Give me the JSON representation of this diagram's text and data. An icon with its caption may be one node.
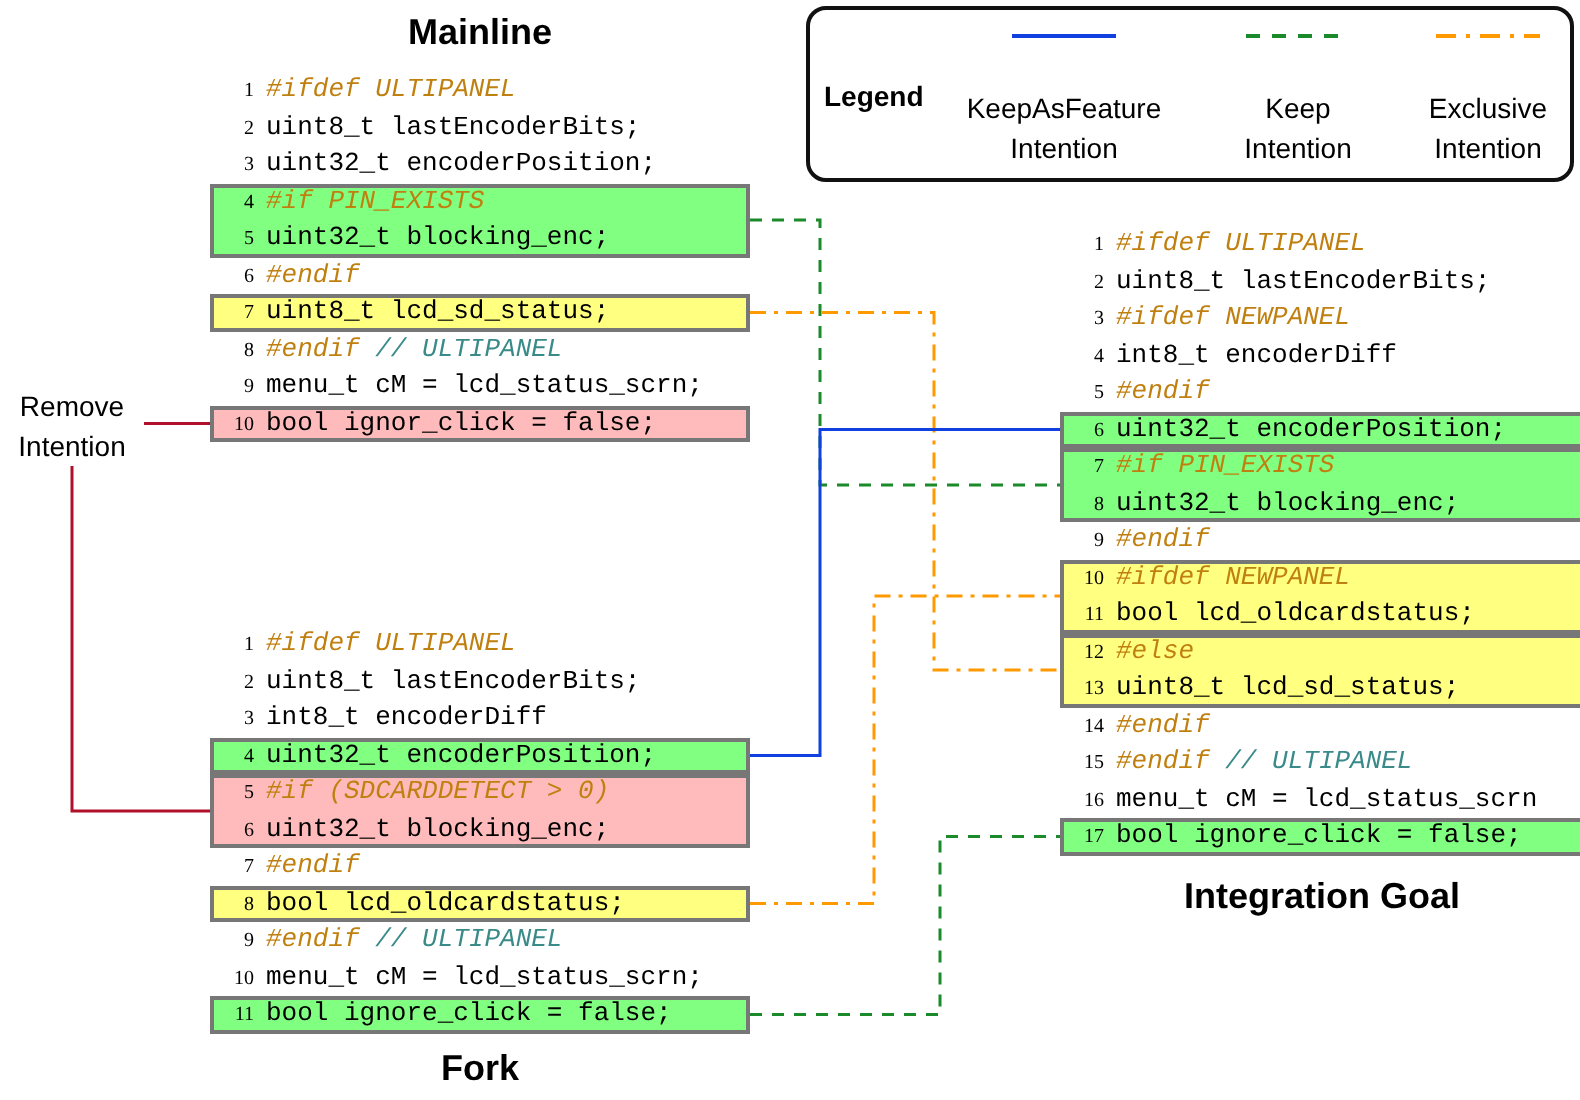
{
  "diagram": {
    "nodes": [
      {
        "text": [
          "4 #if PIN_EXISTS",
          "5 uint32_t blocking_enc;"
        ]
      },
      {
        "text": [
          "7 uint8_t lcd_sd_status;"
        ]
      },
      {
        "text": [
          "10 bool ignor_click = false;"
        ]
      },
      {
        "text": [
          "Remove Intention"
        ]
      },
      {
        "text": [
          "6 uint32_t encoderPosition;"
        ]
      },
      {
        "text": [
          "7 #if PIN_EXISTS",
          "8 uint32_t blocking_enc;"
        ]
      },
      {
        "text": [
          "10 #ifdef NEWPANEL",
          "11 bool lcd_oldcardstatus;"
        ]
      },
      {
        "text": [
          "12 #else",
          "13 uint8_t lcd_sd_status;"
        ]
      },
      {
        "text": [
          "17 bool ignore_click = false;"
        ]
      },
      {
        "text": [
          "4 uint32_t encoderPosition;"
        ]
      },
      {
        "text": [
          "5 #if (SDCARDDETECT > 0)",
          "6 uint32_t blocking_enc;"
        ]
      },
      {
        "text": [
          "8 bool lcd_oldcardstatus;"
        ]
      },
      {
        "text": [
          "11 bool ignore_click = false;"
        ]
      }
    ],
    "edges": [
      {
        "from": 3,
        "to": 2,
        "arrow": "none",
        "color": "#b0102a"
      },
      {
        "from": 3,
        "to": 10,
        "arrow": "none",
        "color": "#b0102a"
      },
      {
        "from": 0,
        "to": 5,
        "arrow": "none",
        "style": "dashed",
        "color": "#1a8a2a"
      },
      {
        "from": 1,
        "to": 7,
        "arrow": "none",
        "style": "dashed",
        "color": "#ff9900"
      },
      {
        "from": 9,
        "to": 4,
        "arrow": "none",
        "color": "#1040e0"
      },
      {
        "from": 11,
        "to": 6,
        "arrow": "none",
        "style": "dashed",
        "color": "#ff9900"
      },
      {
        "from": 12,
        "to": 8,
        "arrow": "none",
        "style": "dashed",
        "color": "#1a8a2a"
      }
    ],
    "labels": [
      "Mainline",
      "1 #ifdef ULTIPANEL",
      "2 uint8_t lastEncoderBits;",
      "3 uint32_t encoderPosition;",
      "6 #endif",
      "8 #endif // ULTIPANEL",
      "9 menu_t cM = lcd_status_scrn;",
      "Legend",
      "1 #ifdef ULTIPANEL",
      "2 uint8_t lastEncoderBits;",
      "3 #ifdef NEWPANEL",
      "4 int8_t encoderDiff",
      "5 #endif",
      "9 #endif",
      "14 #endif",
      "15 #endif // ULTIPANEL",
      "16 menu_t cM = lcd_status_scrn",
      "Integration Goal",
      "1 #ifdef ULTIPANEL",
      "2 uint8_t lastEncoderBits;",
      "3 int8_t encoderDiff",
      "7 #endif",
      "9 #endif // ULTIPANEL",
      "10 menu_t cM = lcd_status_scrn;",
      "Fork"
    ],
    "legend": [
      {
        "text": "KeepAsFeature Intention"
      },
      {
        "text": "Keep Intention"
      },
      {
        "text": "Exclusive Intention"
      }
    ]
  }
}
